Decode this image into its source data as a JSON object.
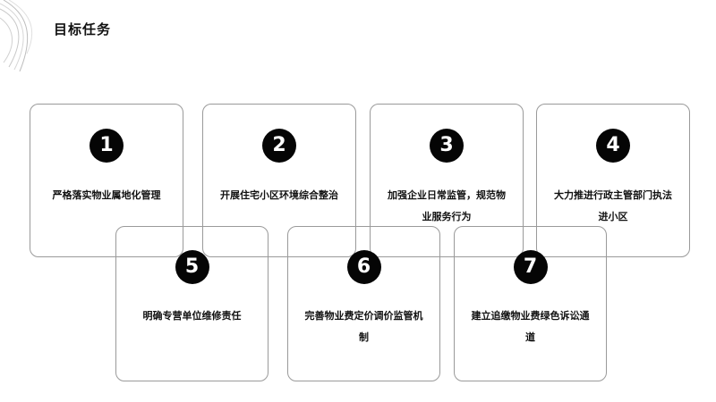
{
  "header": {
    "title": "目标任务"
  },
  "tasks": [
    {
      "num": "1",
      "text": "严格落实物业属地化管理"
    },
    {
      "num": "2",
      "text": "开展住宅小区环境综合整治"
    },
    {
      "num": "3",
      "text": "加强企业日常监管，规范物业服务行为"
    },
    {
      "num": "4",
      "text": "大力推进行政主管部门执法进小区"
    },
    {
      "num": "5",
      "text": "明确专营单位维修责任"
    },
    {
      "num": "6",
      "text": "完善物业费定价调价监管机制"
    },
    {
      "num": "7",
      "text": "建立追缴物业费绿色诉讼通道"
    }
  ],
  "colors": {
    "circle": "#050505",
    "border": "#9a9a9a"
  }
}
